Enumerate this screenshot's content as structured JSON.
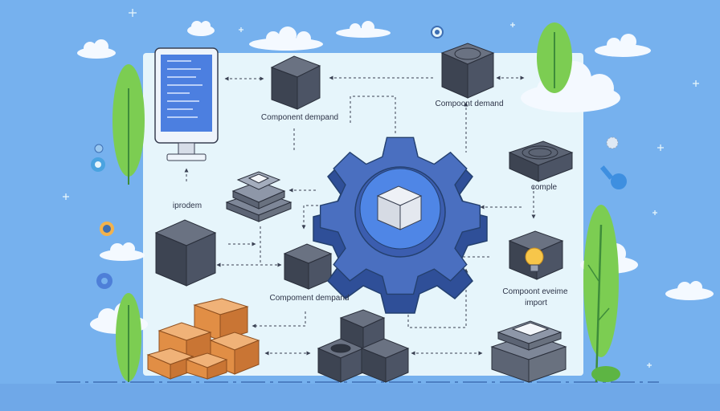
{
  "labels": {
    "top_cube": "Component dempand",
    "top_right_cube": "Compoont demand",
    "monitor_caption": "iprodem",
    "comple": "comple",
    "middle_cube": "Compoment dempand",
    "bulb_line1": "Compoont eveime",
    "bulb_line2": "import"
  },
  "colors": {
    "sky": "#76b1ee",
    "panel": "#e6f5fb",
    "gear": "#4a6fc0",
    "gear_dark": "#2f4f98",
    "cube_dark": "#3d4452",
    "box_orange": "#e59a55",
    "tree_green": "#7ccd52",
    "screen_blue": "#4c7fe0"
  },
  "icons": [
    "gear-icon",
    "cube-icon",
    "monitor-icon",
    "box-icon",
    "lightbulb-icon",
    "cloud-icon",
    "tree-icon",
    "wrench-icon",
    "chip-icon"
  ]
}
